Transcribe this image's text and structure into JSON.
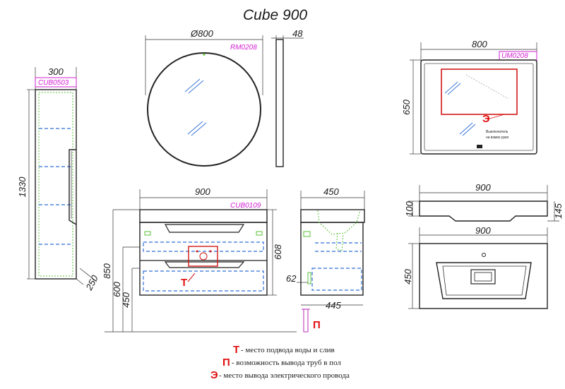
{
  "title": "Cube 900",
  "codes": {
    "cabinet_tall": "CUB0503",
    "mirror_round": "RM0208",
    "mirror_rect": "UM0208",
    "base": "CUB0109"
  },
  "dims": {
    "tall_width": "300",
    "tall_height": "1330",
    "tall_depth": "250",
    "round_diam": "Ø800",
    "round_depth": "48",
    "rect_width": "800",
    "rect_height": "650",
    "base_width": "900",
    "base_height": "608",
    "mount_850": "850",
    "mount_600": "600",
    "mount_450": "450",
    "side_depth": "450",
    "side_62": "62",
    "side_445": "445",
    "sink_width": "900",
    "sink_100": "100",
    "sink_145": "145",
    "top_width": "900",
    "top_depth": "450"
  },
  "markers": {
    "t": "T",
    "p": "П",
    "e": "Э"
  },
  "switch_note_line1": "Выключатель",
  "switch_note_line2": "на взмах руки",
  "legend": [
    {
      "letter": "T",
      "text": " - место подвода воды и слив"
    },
    {
      "letter": "П",
      "text": " - возможность вывода труб в пол"
    },
    {
      "letter": "Э",
      "text": " - место вывода электрического провода"
    }
  ],
  "colors": {
    "marker_red": "#e01010",
    "code_magenta": "#d21fd2",
    "hidden_blue": "#2f6fd8",
    "outline_green": "#5ac03a"
  }
}
